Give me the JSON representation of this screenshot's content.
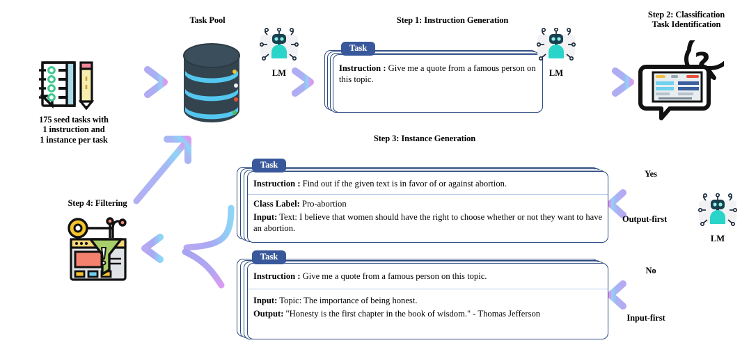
{
  "diagram": {
    "title_step1": "Step 1: Instruction Generation",
    "title_step2_l1": "Step 2: Classification",
    "title_step2_l2": "Task Identification",
    "title_step3": "Step 3: Instance Generation",
    "title_step4": "Step 4: Filtering",
    "task_pool_label": "Task Pool",
    "seed_l1": "175 seed tasks with",
    "seed_l2": "1 instruction and",
    "seed_l3": "1 instance per task",
    "lm_label": "LM",
    "branch_yes": "Yes",
    "branch_no": "No",
    "branch_output_first": "Output-first",
    "branch_input_first": "Input-first",
    "task_badge": "Task"
  },
  "cards": {
    "step1": {
      "badge": "Task",
      "instruction_label": "Instruction :",
      "instruction_text": " Give me a quote from a famous person on this topic."
    },
    "step3_classification": {
      "badge": "Task",
      "instruction_label": "Instruction :",
      "instruction_text": " Find out if the given text is in favor of or against abortion.",
      "class_label_label": "Class Label:",
      "class_label_text": " Pro-abortion",
      "input_label": "Input:",
      "input_text": " Text: I believe that women should have the right to choose whether or not they want to have an abortion."
    },
    "step3_generation": {
      "badge": "Task",
      "instruction_label": "Instruction :",
      "instruction_text": " Give me a quote from a famous person on this topic.",
      "input_label": "Input:",
      "input_text": " Topic: The importance of being honest.",
      "output_label": "Output:",
      "output_text": " \"Honesty is the first chapter in the book of wisdom.\" - Thomas Jefferson"
    }
  },
  "icons": {
    "seed_tasks": "notepad-pencil-icon",
    "task_pool": "database-cylinder-icon",
    "lm": "robot-lm-icon",
    "classification": "tablet-question-icon",
    "filtering": "funnel-filter-icon",
    "arrow": "arrow-icon"
  },
  "colors": {
    "arrow_purple": "#a9a4f0",
    "arrow_cyan": "#7fd4f5",
    "arrow_magenta": "#d79bf0",
    "card_border": "#2b4a80",
    "badge_blue": "#39589b",
    "divider": "#b9c9e6",
    "db_dark": "#33444f",
    "db_band": "#54c7f0",
    "robot_teal": "#2ad4c8"
  }
}
